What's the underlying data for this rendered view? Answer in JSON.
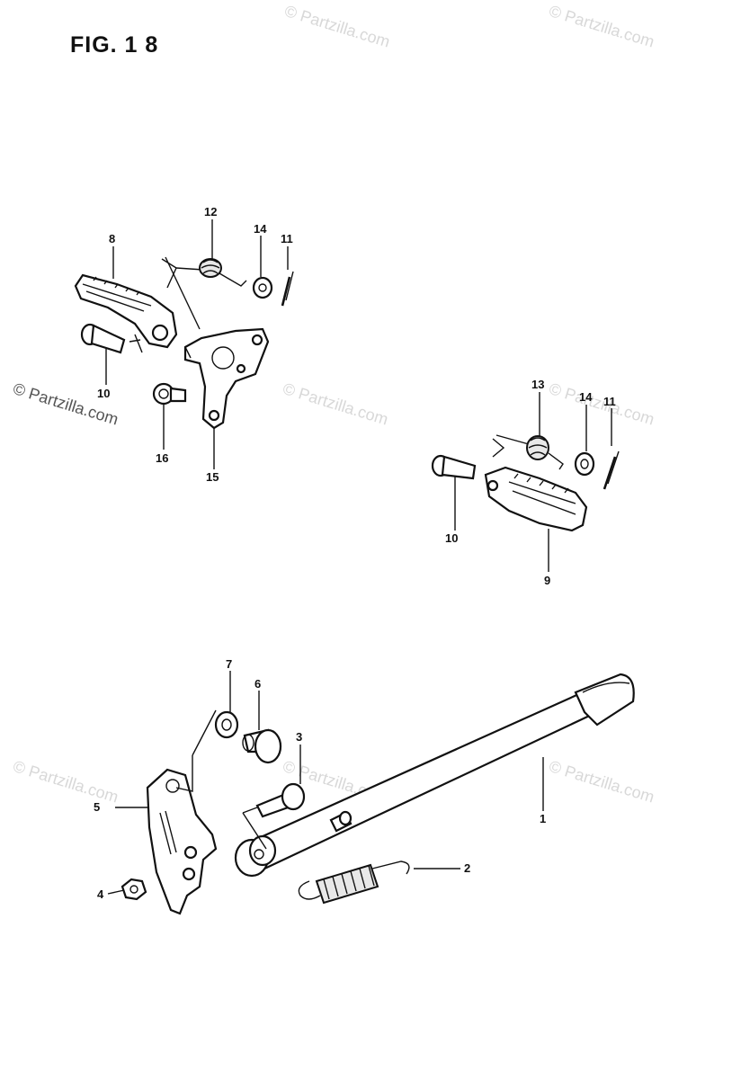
{
  "figure": {
    "title": "FIG. 1 8"
  },
  "watermarks": {
    "main": "© Partzilla.com",
    "tiles": [
      "© Partzilla.com",
      "© Partzilla.com",
      "© Partzilla.com",
      "© Partzilla.com",
      "© Partzilla.com",
      "© Partzilla.com",
      "© Partzilla.com"
    ]
  },
  "callouts": {
    "c1": "1",
    "c2": "2",
    "c3": "3",
    "c4": "4",
    "c5": "5",
    "c6": "6",
    "c7": "7",
    "c8": "8",
    "c9": "9",
    "c10a": "10",
    "c10b": "10",
    "c11a": "11",
    "c11b": "11",
    "c12": "12",
    "c13": "13",
    "c14a": "14",
    "c14b": "14",
    "c15": "15",
    "c16": "16"
  },
  "icons": {
    "footrest-left": "footrest-icon",
    "footrest-right": "footrest-icon",
    "bracket": "bracket-icon",
    "side-stand": "side-stand-icon",
    "spring": "spring-icon"
  }
}
